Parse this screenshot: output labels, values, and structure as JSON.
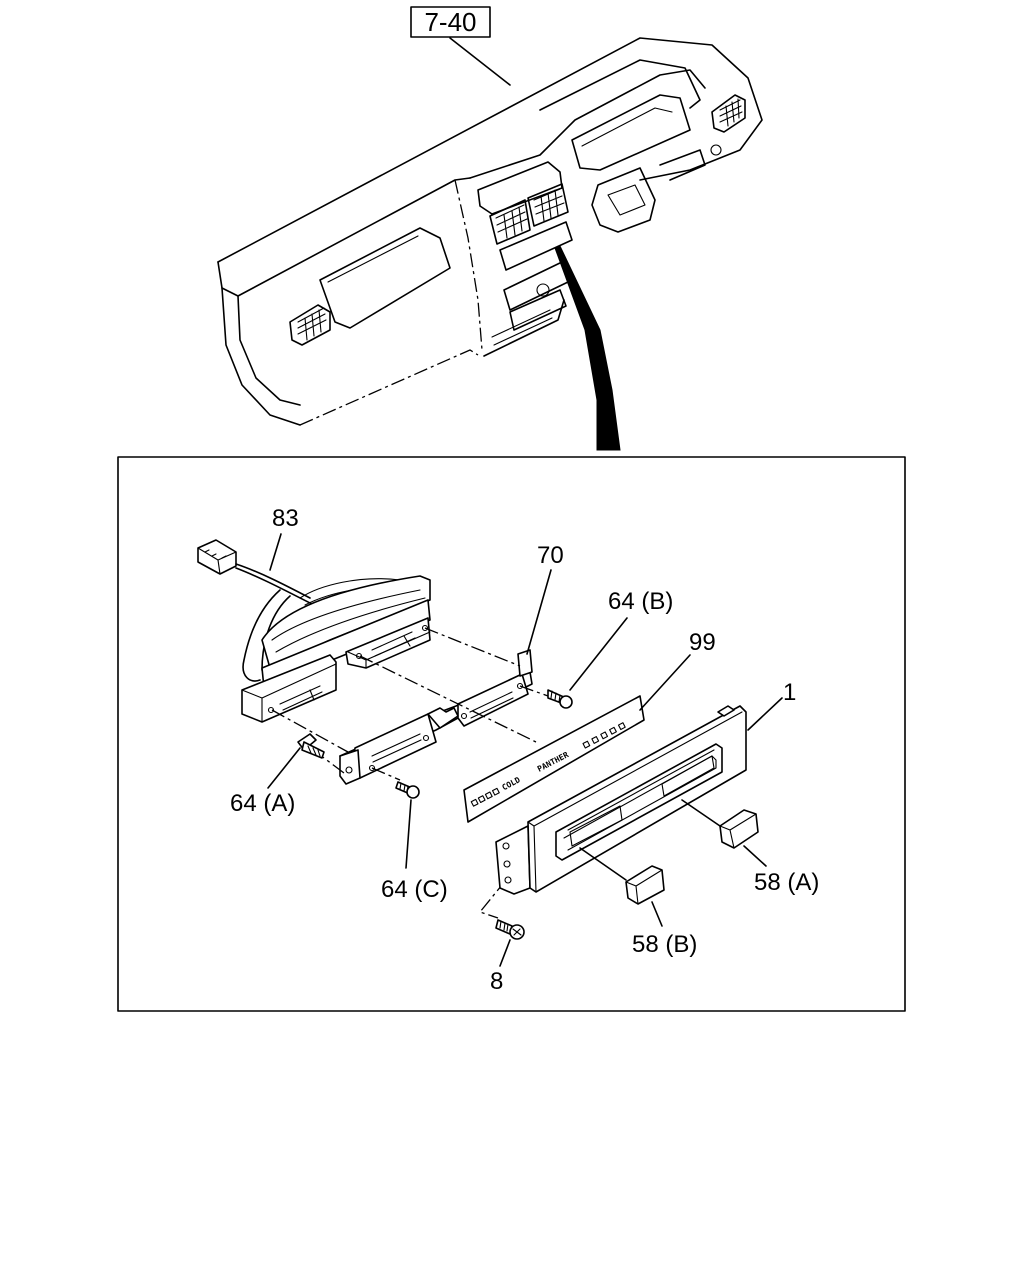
{
  "reference": {
    "label": "7-40"
  },
  "callouts": [
    {
      "id": "83",
      "text": "83"
    },
    {
      "id": "70",
      "text": "70"
    },
    {
      "id": "64b",
      "text": "64 (B)"
    },
    {
      "id": "99",
      "text": "99"
    },
    {
      "id": "1",
      "text": "1"
    },
    {
      "id": "64a",
      "text": "64 (A)"
    },
    {
      "id": "64c",
      "text": "64 (C)"
    },
    {
      "id": "58a",
      "text": "58 (A)"
    },
    {
      "id": "58b",
      "text": "58 (B)"
    },
    {
      "id": "8",
      "text": "8"
    }
  ],
  "panel_plate": {
    "brand": "PANTHER",
    "cold": "COLD"
  }
}
